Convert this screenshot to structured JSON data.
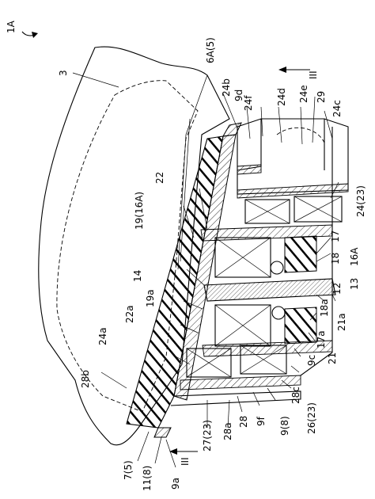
{
  "labels": {
    "fig_ref": "1A",
    "top_ref": "6A(5)",
    "section_mark_top": "III",
    "section_mark_bottom": "III",
    "n3": "3",
    "n24b": "24b",
    "n24f": "24f",
    "n9d": "9d",
    "n24d": "24d",
    "n24e": "24e",
    "n29": "29",
    "n24c": "24c",
    "n22": "22",
    "n19_16A": "19(16A)",
    "n14": "14",
    "n19a": "19a",
    "n22a": "22a",
    "n24a": "24a",
    "n28b": "28b",
    "n24_23": "24(23)",
    "n17": "17",
    "n18": "18",
    "n16A": "16A",
    "n13": "13",
    "n12": "12",
    "n18a": "18a",
    "n21a": "21a",
    "n17a": "17a",
    "n21": "21",
    "n9c": "9c",
    "n28c": "28c",
    "n26_23": "26(23)",
    "n9_8": "9(8)",
    "n9f": "9f",
    "n28": "28",
    "n28a": "28a",
    "n27_23": "27(23)",
    "n7_5": "7(5)",
    "n11_8": "11(8)",
    "n9a": "9a"
  }
}
